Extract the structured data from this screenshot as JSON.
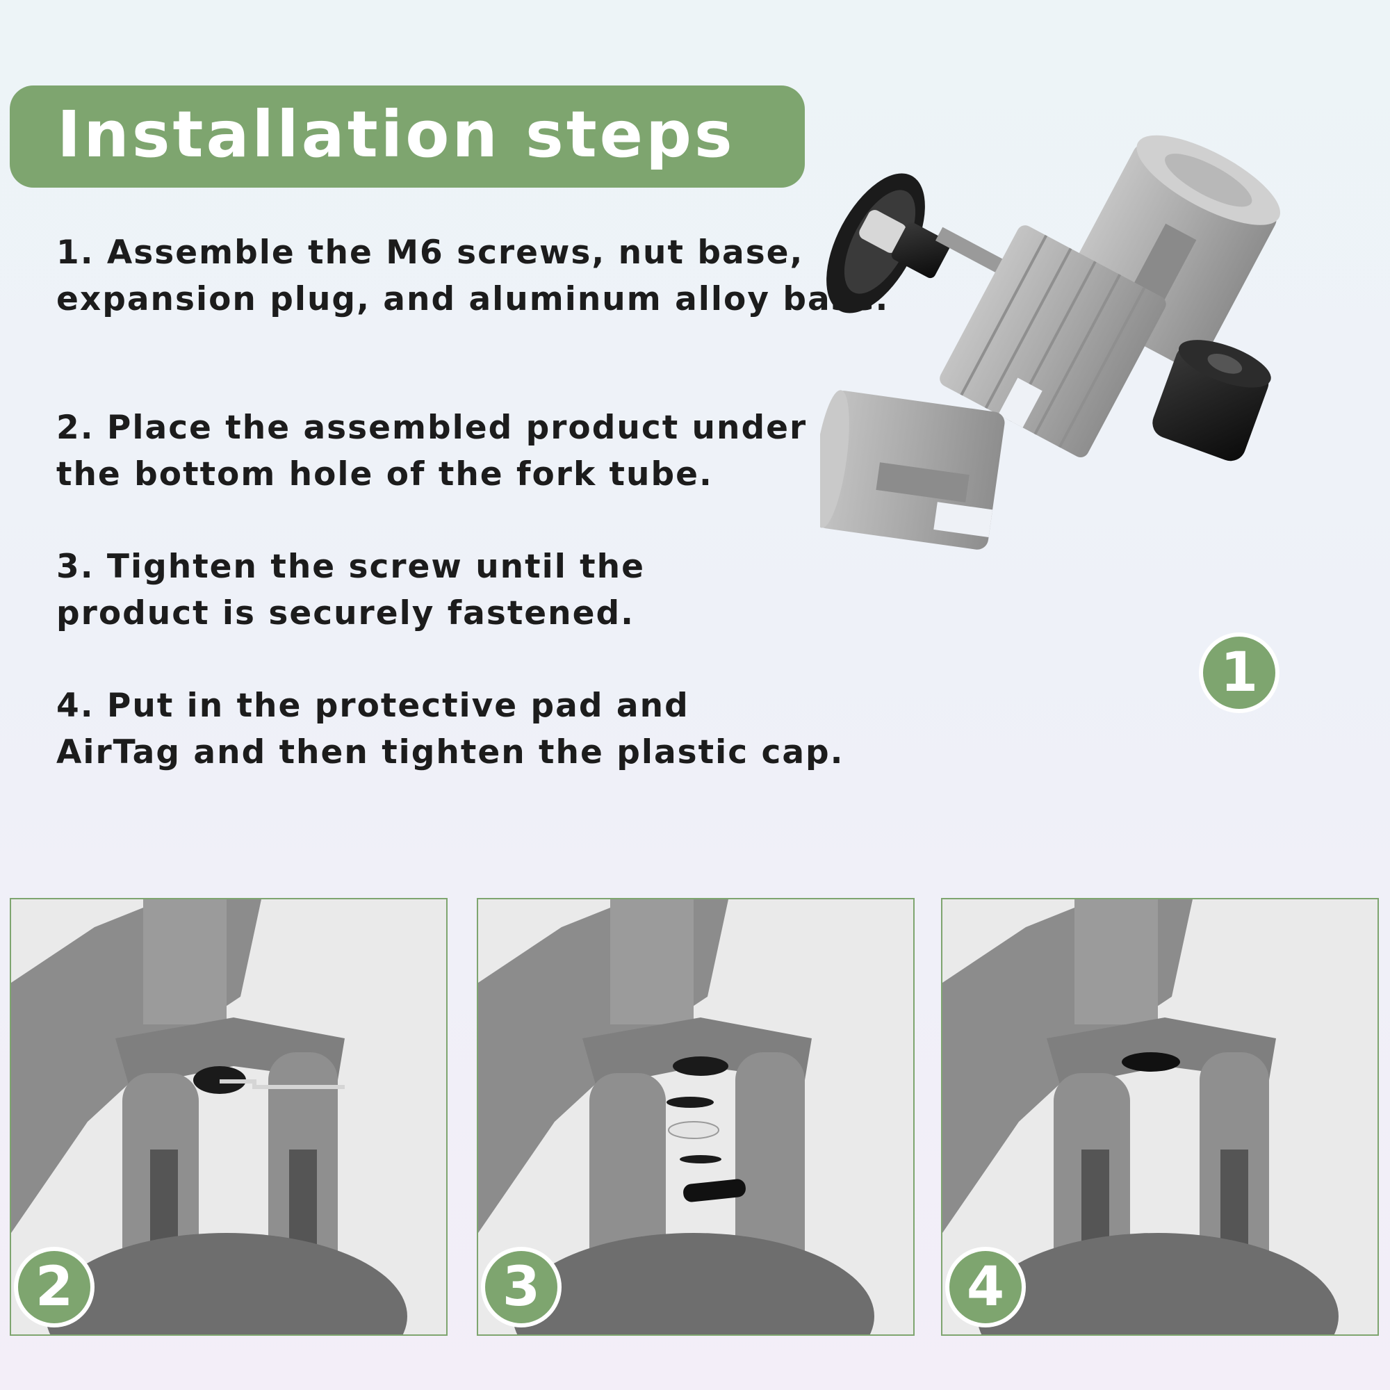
{
  "header": {
    "title": "Installation steps"
  },
  "steps": [
    {
      "lines": [
        "1. Assemble the M6 screws, nut base,",
        "expansion plug, and aluminum alloy base."
      ]
    },
    {
      "lines": [
        "2. Place the assembled product under",
        "the bottom hole of the fork tube."
      ]
    },
    {
      "lines": [
        "3. Tighten the screw until the",
        "product is securely fastened."
      ]
    },
    {
      "lines": [
        "4. Put in the protective pad and",
        "AirTag and then tighten the plastic cap."
      ]
    }
  ],
  "badges": [
    "1",
    "2",
    "3",
    "4"
  ],
  "colors": {
    "accent_green": "#7ea56f",
    "text": "#1c1c1c",
    "part_gray": "#a9a9a9",
    "part_black": "#1a1a1a"
  }
}
